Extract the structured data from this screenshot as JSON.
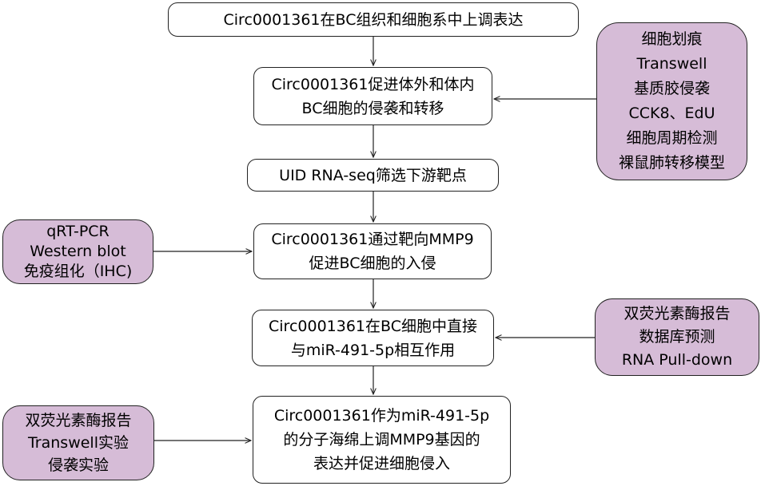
{
  "flow": [
    {
      "id": "f1",
      "lines": [
        "Circ0001361在BC组织和细胞系中上调表达"
      ]
    },
    {
      "id": "f2",
      "lines": [
        "Circ0001361促进体外和体内",
        "BC细胞的侵袭和转移"
      ]
    },
    {
      "id": "f3",
      "lines": [
        "UID RNA-seq筛选下游靶点"
      ]
    },
    {
      "id": "f4",
      "lines": [
        "Circ0001361通过靶向MMP9",
        "促进BC细胞的入侵"
      ]
    },
    {
      "id": "f5",
      "lines": [
        "Circ0001361在BC细胞中直接",
        "与miR-491-5p相互作用"
      ]
    },
    {
      "id": "f6",
      "lines": [
        "Circ0001361作为miR-491-5p",
        "的分子海绵上调MMP9基因的",
        "表达并促进细胞侵入"
      ]
    }
  ],
  "methods": [
    {
      "id": "m1",
      "target": "f2",
      "lines": [
        "细胞划痕",
        "Transwell",
        "基质胶侵袭",
        "CCK8、EdU",
        "细胞周期检测",
        "裸鼠肺转移模型"
      ]
    },
    {
      "id": "m2",
      "target": "f4",
      "lines": [
        "qRT-PCR",
        "Western blot",
        "免疫组化（IHC)"
      ]
    },
    {
      "id": "m3",
      "target": "f5",
      "lines": [
        "双荧光素酶报告",
        "数据库预测",
        "RNA Pull-down"
      ]
    },
    {
      "id": "m4",
      "target": "f6",
      "lines": [
        "双荧光素酶报告",
        "Transwell实验",
        "侵袭实验"
      ]
    }
  ],
  "colors": {
    "method_fill": "#d6bcd7",
    "stroke": "#222222"
  }
}
